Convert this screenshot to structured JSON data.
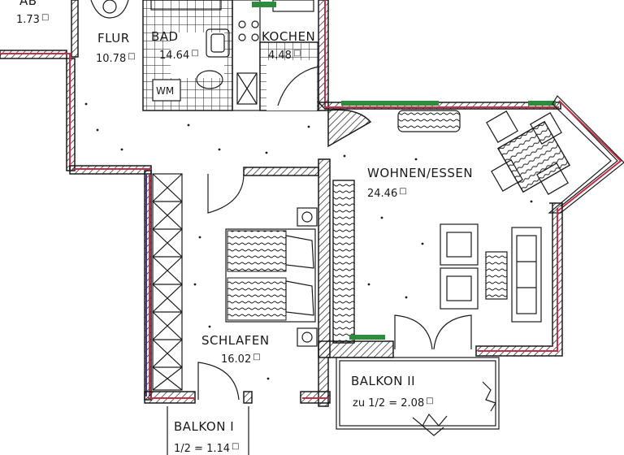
{
  "rooms": {
    "ab": {
      "name": "AB",
      "area": "1.73"
    },
    "flur": {
      "name": "FLUR",
      "area": "10.78"
    },
    "bad": {
      "name": "BAD",
      "area": "14.64"
    },
    "kochen": {
      "name": "KOCHEN",
      "area": "4.48"
    },
    "wohnen": {
      "name": "WOHNEN/ESSEN",
      "area": "24.46"
    },
    "schlafen": {
      "name": "SCHLAFEN",
      "area": "16.02"
    },
    "balkon2": {
      "name": "BALKON II",
      "area": "zu 1/2 = 2.08"
    },
    "balkon1": {
      "name": "BALKON I",
      "area": "1/2 = 1.14"
    }
  },
  "fixtures": {
    "wm": "WM"
  },
  "colors": {
    "wall_outline": "#c0304a",
    "accent": "#2e8b3e",
    "lines": "#1a1a1a"
  }
}
